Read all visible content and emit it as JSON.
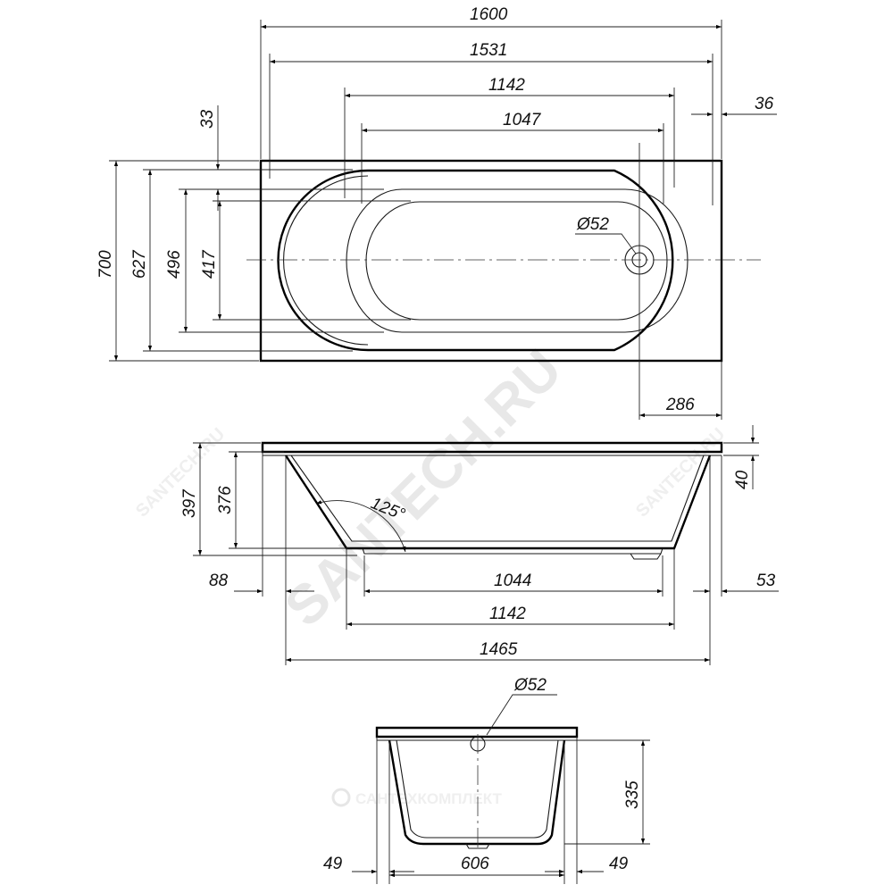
{
  "top_view": {
    "overall_length": "1600",
    "rim_length": "1531",
    "inner_length": "1142",
    "bottom_length": "1047",
    "edge_offset": "36",
    "side_offset": "33",
    "overall_width": "700",
    "rim_width": "627",
    "inner_width": "496",
    "bottom_width": "417",
    "drain_diameter": "Ø52",
    "drain_offset": "286"
  },
  "side_view": {
    "total_height": "397",
    "inner_depth": "376",
    "rim_thickness": "40",
    "backrest_angle": "125°",
    "left_offset": "88",
    "bottom_length": "1044",
    "right_offset": "53",
    "inner_length": "1142",
    "base_length": "1465"
  },
  "end_view": {
    "drain_diameter": "Ø52",
    "depth": "335",
    "left_offset": "49",
    "bottom_width": "606",
    "right_offset": "49"
  },
  "watermarks": {
    "main": "SANTECH.RU",
    "small_left": "SANTECH.RU",
    "small_right": "SANTECH.RU",
    "brand": "САНТЕХКОМПЛЕКТ"
  }
}
